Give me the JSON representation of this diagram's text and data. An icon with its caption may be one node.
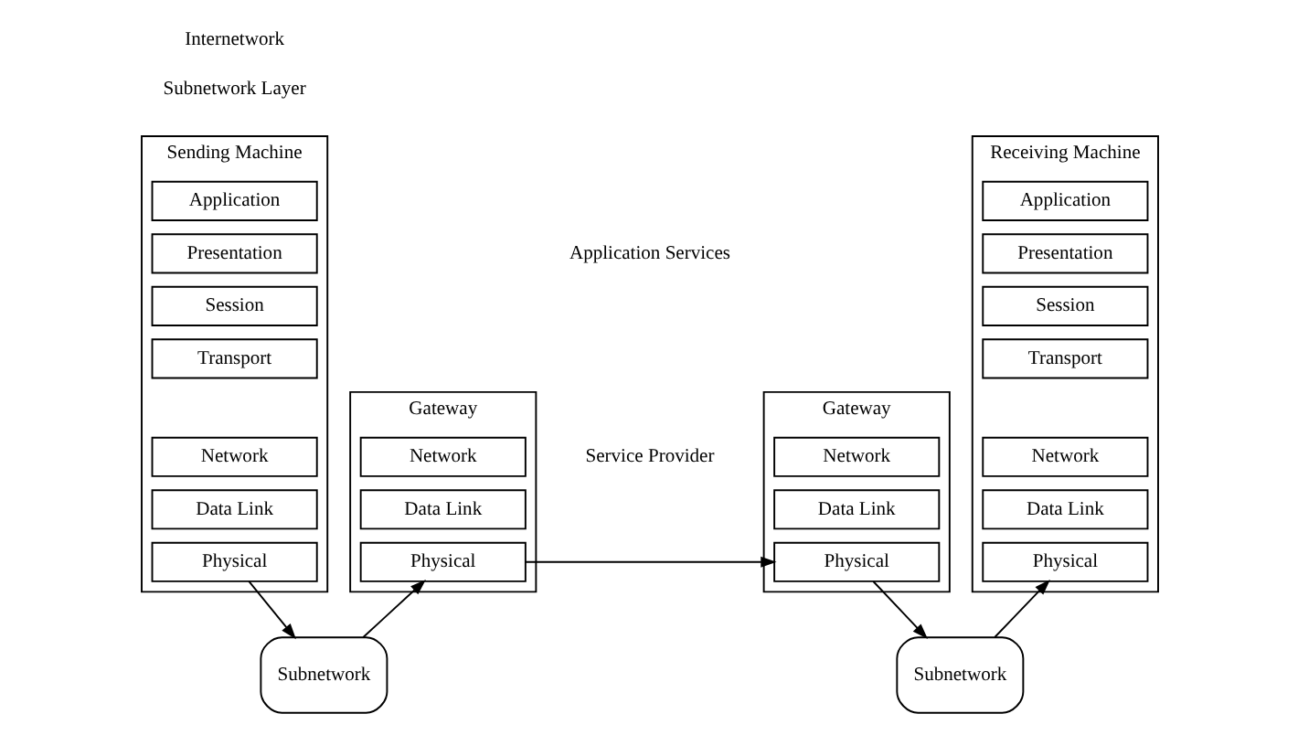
{
  "diagram": {
    "nodes": [
      {
        "text": [
          "Sending Machine"
        ]
      },
      {
        "text": [
          "Application"
        ],
        "in": 0
      },
      {
        "text": [
          "Presentation"
        ],
        "in": 0
      },
      {
        "text": [
          "Session"
        ],
        "in": 0
      },
      {
        "text": [
          "Transport"
        ],
        "in": 0
      },
      {
        "text": [
          "Network"
        ],
        "in": 0
      },
      {
        "text": [
          "Data Link"
        ],
        "in": 0
      },
      {
        "text": [
          "Physical"
        ],
        "in": 0
      },
      {
        "text": [
          "Subnetwork"
        ]
      },
      {
        "text": [
          "Gateway"
        ]
      },
      {
        "text": [
          "Network"
        ],
        "in": 9
      },
      {
        "text": [
          "Data Link"
        ],
        "in": 9
      },
      {
        "text": [
          "Physical"
        ],
        "in": 9
      },
      {
        "text": [
          "Gateway"
        ]
      },
      {
        "text": [
          "Network"
        ],
        "in": 13
      },
      {
        "text": [
          "Data Link"
        ],
        "in": 13
      },
      {
        "text": [
          "Physical"
        ],
        "in": 13
      },
      {
        "text": [
          "Subnetwork"
        ]
      },
      {
        "text": [
          "Receiving Machine"
        ]
      },
      {
        "text": [
          "Application"
        ],
        "in": 18
      },
      {
        "text": [
          "Presentation"
        ],
        "in": 18
      },
      {
        "text": [
          "Session"
        ],
        "in": 18
      },
      {
        "text": [
          "Transport"
        ],
        "in": 18
      },
      {
        "text": [
          "Network"
        ],
        "in": 18
      },
      {
        "text": [
          "Data Link"
        ],
        "in": 18
      },
      {
        "text": [
          "Physical"
        ],
        "in": 18
      }
    ],
    "edges": [
      {
        "from": 7,
        "to": 8,
        "arrow": "to"
      },
      {
        "from": 8,
        "to": 12,
        "arrow": "to"
      },
      {
        "from": 12,
        "to": 16,
        "arrow": "to"
      },
      {
        "from": 16,
        "to": 17,
        "arrow": "to"
      },
      {
        "from": 17,
        "to": 25,
        "arrow": "to"
      }
    ],
    "labels": [
      "Internetwork",
      "Subnetwork Layer",
      "Application Services",
      "Service Provider"
    ]
  }
}
